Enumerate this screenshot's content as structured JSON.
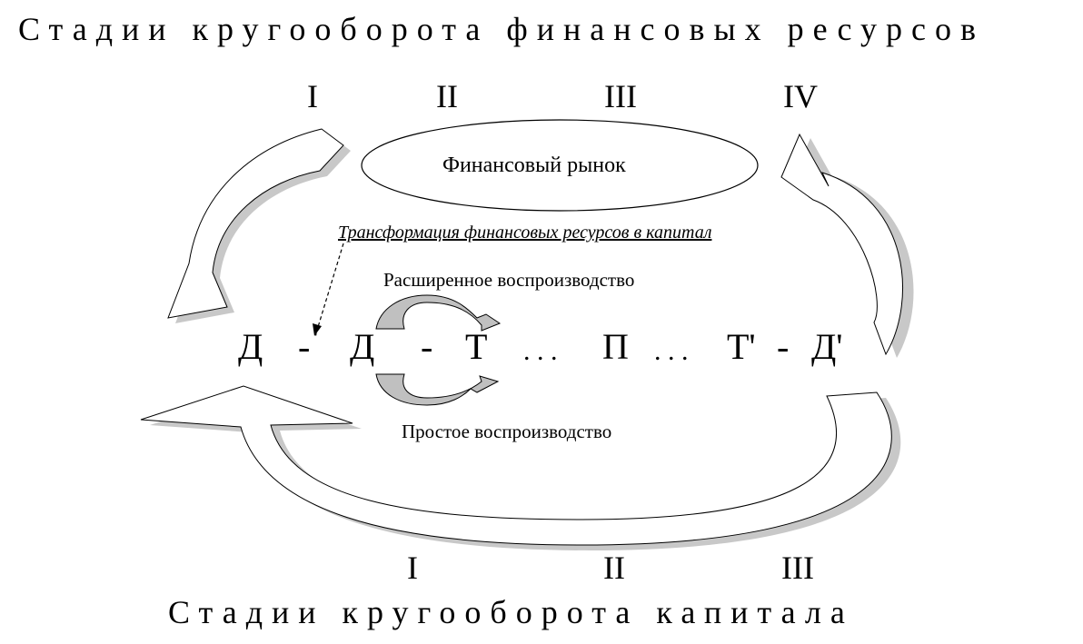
{
  "diagram": {
    "title_top": "Стадии кругооборота финансовых ресурсов",
    "title_bottom": "Стадии кругооборота капитала",
    "top_stages": [
      "I",
      "II",
      "III",
      "IV"
    ],
    "bottom_stages": [
      "I",
      "II",
      "III"
    ],
    "oval_label": "Финансовый рынок",
    "transformation_label": "Трансформация финансовых ресурсов в капитал",
    "expanded_label": "Расширенное воспроизводство",
    "simple_label": "Простое воспроизводство",
    "formula": {
      "d1": "Д",
      "dash1": "-",
      "prime": "'",
      "d2": "Д",
      "dash2": "-",
      "t1": "Т",
      "dots1": ". . .",
      "p": "П",
      "dots2": ". . .",
      "t2": "Т'",
      "dash3": "-",
      "d3": "Д'"
    },
    "colors": {
      "arrow_fill": "#ffffff",
      "arrow_shade": "#c8c8c8",
      "stroke": "#000000"
    }
  }
}
